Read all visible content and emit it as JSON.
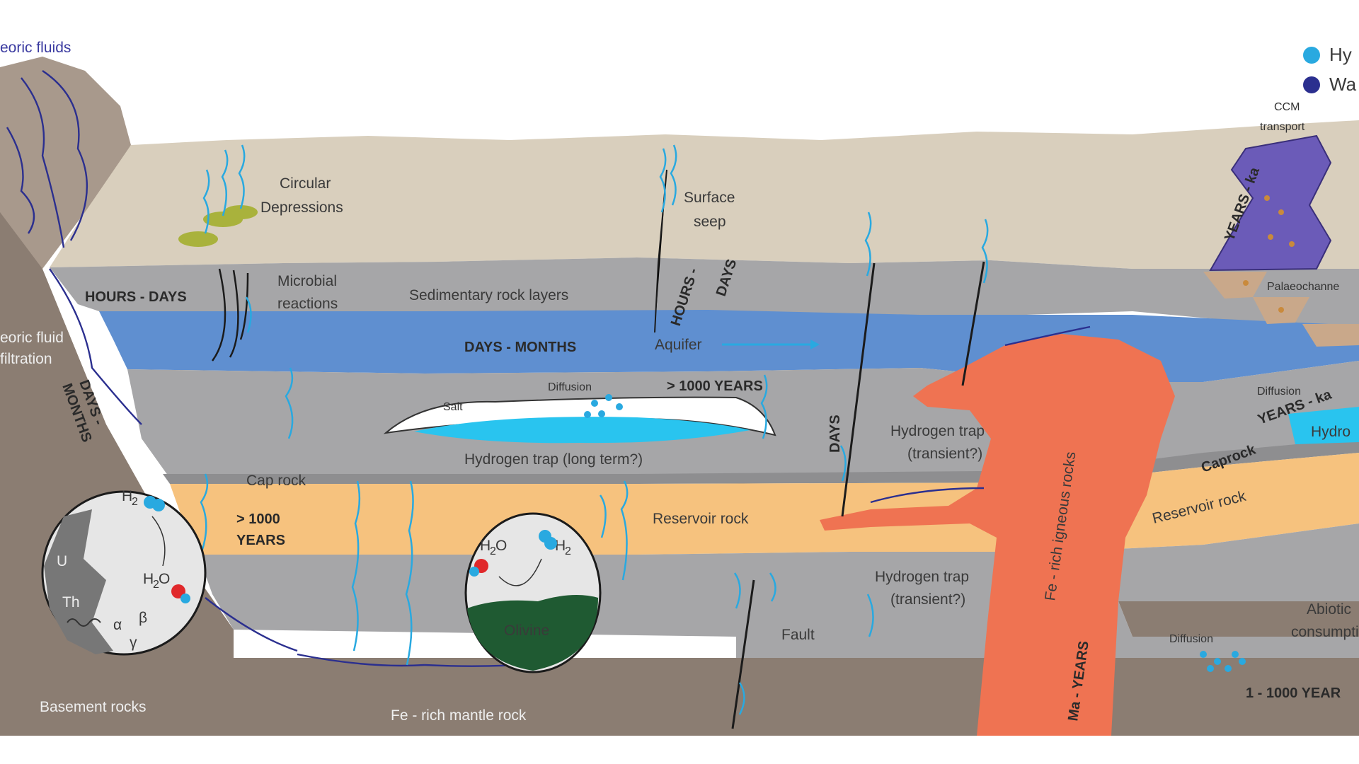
{
  "labels": {
    "meteoric_fluids": "eoric fluids",
    "meteoric_infiltration_1": "eoric fluid",
    "meteoric_infiltration_2": "filtration",
    "days_months_left_1": "DAYS -",
    "days_months_left_2": "MONTHS",
    "circular_1": "Circular",
    "circular_2": "Depressions",
    "surface_seep_1": "Surface",
    "surface_seep_2": "seep",
    "hours_days_left": "HOURS - DAYS",
    "microbial_1": "Microbial",
    "microbial_2": "reactions",
    "sedimentary": "Sedimentary rock layers",
    "hours_days_fault_1": "HOURS -",
    "hours_days_fault_2": "DAYS",
    "days_months_aquifer": "DAYS - MONTHS",
    "aquifer": "Aquifer",
    "diffusion_mid": "Diffusion",
    "gt1000_mid": "> 1000 YEARS",
    "salt": "Salt",
    "hydrogen_trap_long": "Hydrogen trap (long term?)",
    "cap_rock": "Cap rock",
    "gt1000_left_1": "> 1000",
    "gt1000_left_2": "YEARS",
    "reservoir_rock": "Reservoir rock",
    "reservoir_rock_right": "Reservoir rock",
    "days_fault": "DAYS",
    "hydrogen_trap_transient_1a": "Hydrogen trap",
    "hydrogen_trap_transient_1b": "(transient?)",
    "hydrogen_trap_transient_2a": "Hydrogen trap",
    "hydrogen_trap_transient_2b": "(transient?)",
    "fe_igneous": "Fe - rich igneous rocks",
    "ma_years": "Ma - YEARS",
    "fault": "Fault",
    "basement": "Basement rocks",
    "fe_mantle": "Fe - rich mantle rock",
    "olivine": "Olivine",
    "diffusion_right_top": "Diffusion",
    "years_ka_right": "YEARS - ka",
    "hydro_right": "Hydro",
    "caprock_right": "Caprock",
    "abiotic_1": "Abiotic",
    "abiotic_2": "consumpti",
    "diffusion_right_bottom": "Diffusion",
    "one_1000_years": "1 - 1000 YEAR",
    "ccm_1": "CCM",
    "ccm_2": "transport",
    "years_ka_channel": "YEARS - ka",
    "palaeochannel": "Palaeochanne",
    "u": "U",
    "th": "Th",
    "alpha": "α",
    "beta": "β",
    "gamma": "γ",
    "h2_circle1": "H",
    "h2o_circle1": "H",
    "h2o_circle2": "H",
    "h2_circle2": "H",
    "sub_2": "2",
    "sub_o": "O"
  },
  "legend": [
    {
      "label": "Hy",
      "color": "#29a9e0"
    },
    {
      "label": "Wa",
      "color": "#2b2f8f"
    }
  ],
  "colors": {
    "surface_soil": "#d9cfbd",
    "sediment_grey": "#a6a6a8",
    "aquifer_blue": "#5f8fd0",
    "reservoir_orange": "#f6c27e",
    "igneous_red": "#ef7352",
    "basement_brown": "#8b7d72",
    "hydrogen_cyan": "#29a9e0",
    "water_navy": "#2b2f8f",
    "olivine_green": "#1f5a32",
    "channel_purple": "#6b5bb8"
  }
}
